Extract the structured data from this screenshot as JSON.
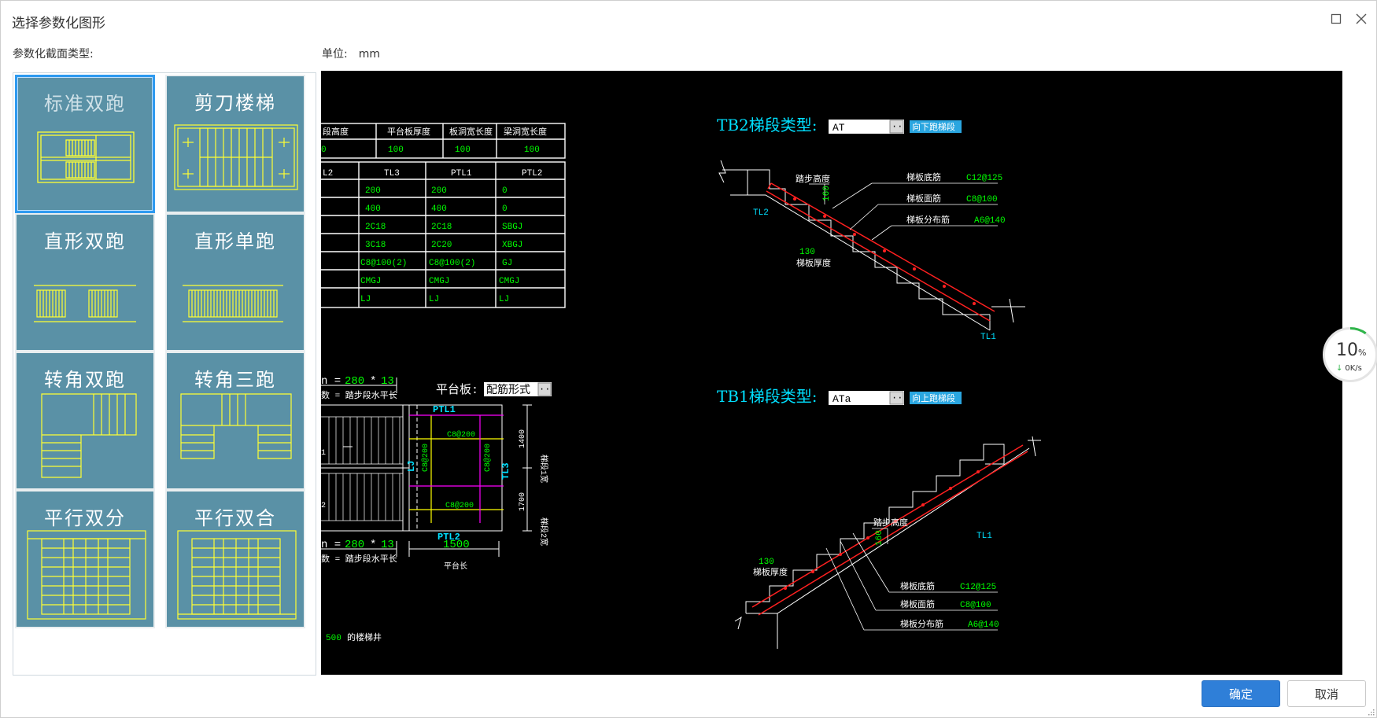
{
  "window": {
    "title": "选择参数化图形"
  },
  "labels": {
    "section_type": "参数化截面类型:",
    "unit_label": "单位:",
    "unit_value": "mm"
  },
  "tiles": [
    {
      "label": "标准双跑",
      "selected": true
    },
    {
      "label": "剪刀楼梯",
      "selected": false
    },
    {
      "label": "直形双跑",
      "selected": false
    },
    {
      "label": "直形单跑",
      "selected": false
    },
    {
      "label": "转角双跑",
      "selected": false
    },
    {
      "label": "转角三跑",
      "selected": false
    },
    {
      "label": "平行双分",
      "selected": false
    },
    {
      "label": "平行双合",
      "selected": false
    }
  ],
  "cad": {
    "table1": {
      "headers": [
        "段高度",
        "平台板厚度",
        "板洞宽长度",
        "梁洞宽长度"
      ],
      "values": [
        "0",
        "100",
        "100",
        "100"
      ]
    },
    "table2": {
      "headers": [
        "L2",
        "TL3",
        "PTL1",
        "PTL2"
      ],
      "rows": [
        [
          "",
          "200",
          "200",
          "0"
        ],
        [
          "",
          "400",
          "400",
          "0"
        ],
        [
          "",
          "2C18",
          "2C18",
          "SBGJ"
        ],
        [
          "",
          "3C18",
          "2C20",
          "XBGJ"
        ],
        [
          "",
          "C8@100(2)",
          "C8@100(2)",
          "GJ"
        ],
        [
          "",
          "CMGJ",
          "CMGJ",
          "CMGJ"
        ],
        [
          "",
          "LJ",
          "LJ",
          "LJ"
        ]
      ]
    },
    "tb2": {
      "label": "TB2梯段类型:",
      "value": "AT",
      "button": "向下跑梯段"
    },
    "tb1": {
      "label": "TB1梯段类型:",
      "value": "ATa",
      "button": "向上跑梯段"
    },
    "platform": {
      "label": "平台板:",
      "value": "配筋形式"
    },
    "plan": {
      "n1_prefix": "n =",
      "n1_value": "280",
      "n1_mult": "*",
      "n1_count": "13",
      "n1_desc": "数 = 踏步段水平长",
      "n2_prefix": "n =",
      "n2_value": "280",
      "n2_mult": "*",
      "n2_count": "13",
      "n2_desc": "数 = 踏步段水平长",
      "ptl1": "PTL1",
      "ptl2": "PTL2",
      "tl3": "TL3",
      "lj": "LJ",
      "c8_top": "C8@200",
      "c8_bottom": "C8@200",
      "c8_left": "C8@200",
      "c8_right": "C8@200",
      "dim_1400": "1400",
      "dim_1700": "1700",
      "run1": "梯段1宽",
      "run2": "梯段2宽",
      "dim_1500": "1500",
      "platform_len": "平台长",
      "well_value": "500",
      "well_label": "的楼梯井",
      "mark_1": "1",
      "mark_2": "2"
    },
    "section_top": {
      "step_height": "踏步高度",
      "dim_160": "160",
      "tl2": "TL2",
      "tl1": "TL1",
      "dim_130": "130",
      "thickness": "梯板厚度",
      "bottom_bar": "梯板底筋",
      "bottom_bar_val": "C12@125",
      "top_bar": "梯板面筋",
      "top_bar_val": "C8@100",
      "dist_bar": "梯板分布筋",
      "dist_bar_val": "A6@140"
    },
    "section_bottom": {
      "step_height": "踏步高度",
      "dim_160": "160",
      "tl1": "TL1",
      "dim_130": "130",
      "thickness": "梯板厚度",
      "bottom_bar": "梯板底筋",
      "bottom_bar_val": "C12@125",
      "top_bar": "梯板面筋",
      "top_bar_val": "C8@100",
      "dist_bar": "梯板分布筋",
      "dist_bar_val": "A6@140"
    }
  },
  "speed_widget": {
    "percent": "10",
    "percent_sign": "%",
    "rate": "0K/s",
    "fraction": 0.1
  },
  "buttons": {
    "ok": "确定",
    "cancel": "取消"
  },
  "colors": {
    "tile_bg": "#5a91a6",
    "tile_selected_border": "#2e9af0",
    "ok_bg": "#2f7fd8",
    "cad_bg": "#000000",
    "cad_cyan": "#00e0ff",
    "cad_green": "#00ff00",
    "cad_yellow": "#ffff00",
    "cad_red": "#ff2020",
    "cad_magenta": "#ff00ff"
  }
}
